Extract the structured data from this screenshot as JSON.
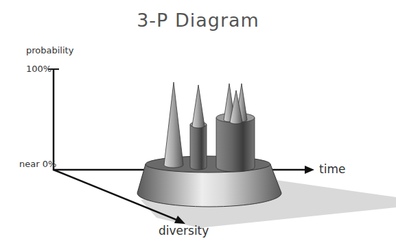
{
  "diagram": {
    "title": "3-P Diagram",
    "labels": [
      "probability",
      "100%",
      "near 0%",
      "time",
      "diversity"
    ]
  }
}
